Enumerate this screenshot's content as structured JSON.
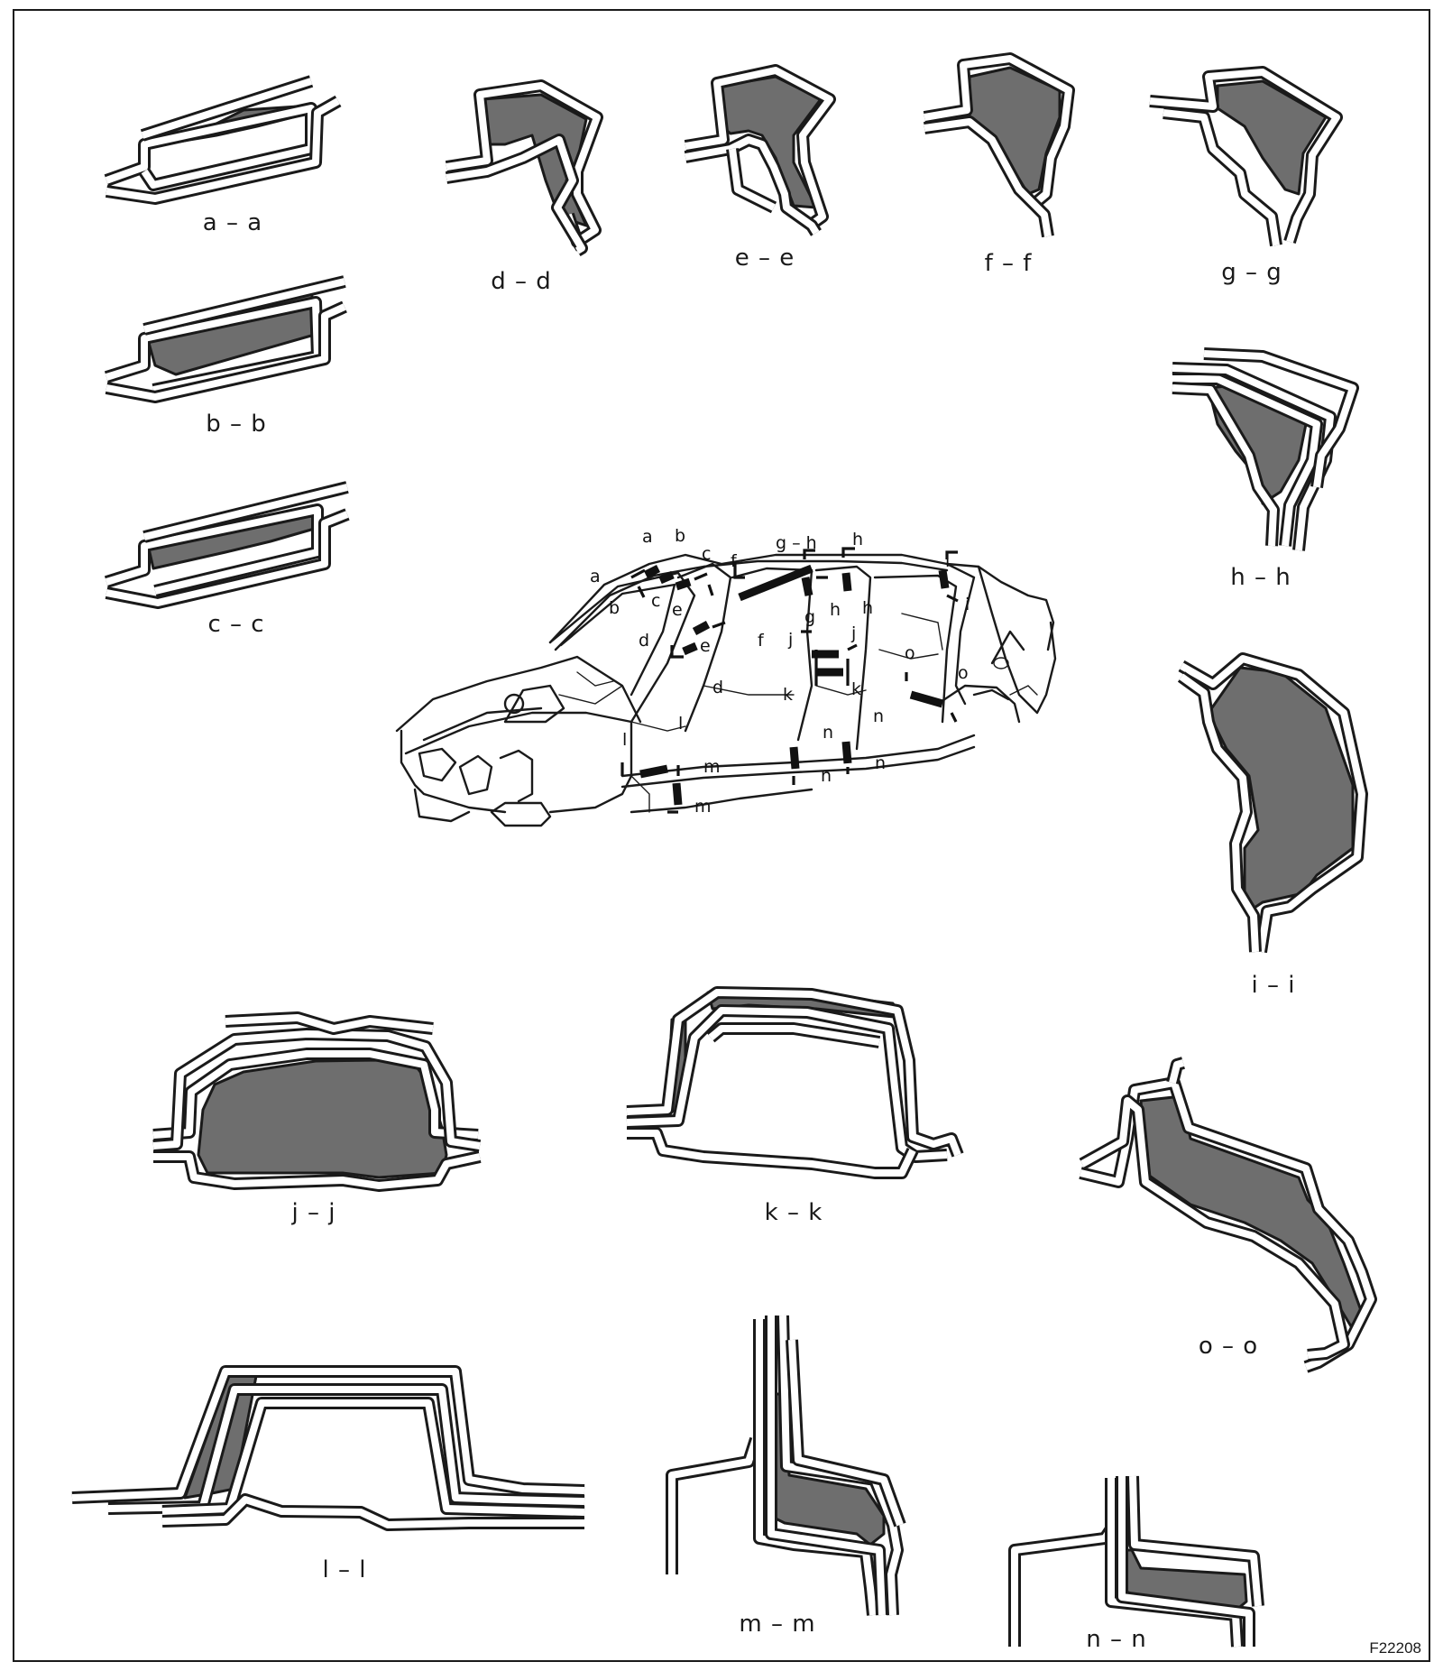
{
  "figure_id": "F22208",
  "sections": {
    "a": "a – a",
    "b": "b – b",
    "c": "c – c",
    "d": "d – d",
    "e": "e – e",
    "f": "f – f",
    "g": "g – g",
    "h": "h – h",
    "i": "i – i",
    "j": "j – j",
    "k": "k – k",
    "l": "l – l",
    "m": "m – m",
    "n": "n – n",
    "o": "o – o"
  },
  "callouts": [
    "a",
    "b",
    "c",
    "d",
    "e",
    "f",
    "g",
    "h",
    "i",
    "j",
    "k",
    "l",
    "m",
    "n",
    "o"
  ],
  "callout_extra": {
    "gh": "g – h"
  },
  "colors": {
    "fill": "#6e6e6e",
    "line": "#1a1a1a",
    "background": "#ffffff"
  }
}
